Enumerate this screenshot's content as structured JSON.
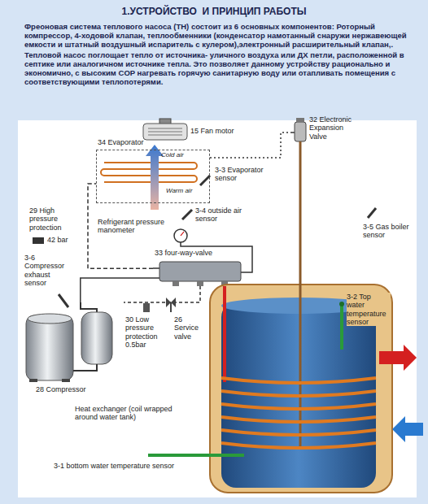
{
  "diagram": {
    "title": "1.УСТРОЙСТВО  И ПРИНЦИП РАБОТЫ",
    "nodes": [
      {
        "text": [
          "34 Evaporator"
        ]
      },
      {
        "text": [
          "32 Electronic Expansion Valve"
        ]
      },
      {
        "text": [
          "33 four-way-valve"
        ]
      },
      {
        "text": [
          "28 Compressor"
        ]
      }
    ],
    "edges": [
      {
        "from": 3,
        "to": 2,
        "arrow": "none"
      },
      {
        "from": 2,
        "to": 0,
        "arrow": "none"
      },
      {
        "from": 0,
        "to": 1,
        "arrow": "none"
      }
    ],
    "labels": [
      "Фреоновая система теплового насоса (ТН) состоит из 6 основных компонентов: Роторный компрессор, 4-ходовой клапан, теплообменники (конденсатор намотанный снаружи нержавеющей емкости и штатный воздушный испаритель с кулером),электронный расширительный клапан,.",
      "Тепловой насос поглощает тепло от источника- уличного воздуха или ДХ петли, расположенной в септике или аналогичном источнике тепла. Это позволяет данному устройству рационально и экономично, с высоким COP нагревать горячую санитарную воду или отапливать помещения с соответствующими теплопотерями.",
      "15 Fan motor",
      "Cold air",
      "3-3 Evaporator sensor",
      "Warm air",
      "3-4 outside air sensor",
      "Refrigerant pressure manometer",
      "3-5 Gas boiler sensor",
      "29 High pressure protection",
      "42 bar",
      "3-6 Compressor exhaust sensor",
      "30 Low pressure protection 0.5bar",
      "26 Service valve",
      "3-2 Top water temperature sensor",
      "Heat exchanger (coil wrapped around water tank)",
      "3-1 bottom water temperature sensor"
    ]
  }
}
